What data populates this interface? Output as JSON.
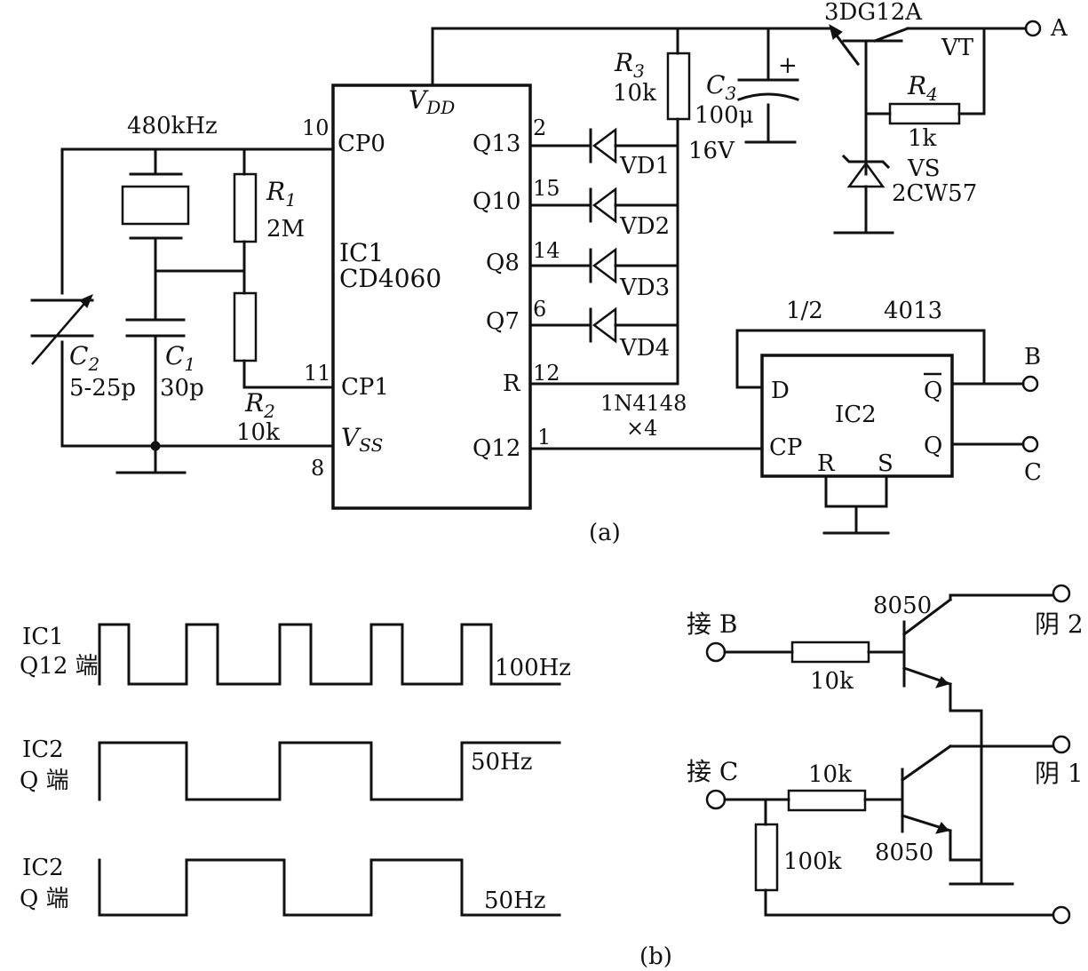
{
  "part_a": {
    "caption": "(a)",
    "ic1": {
      "name": "IC1",
      "part": "CD4060",
      "vdd": "V",
      "vdd_sub": "DD",
      "vss": "V",
      "vss_sub": "SS",
      "pins": {
        "cp0": "CP0",
        "cp1": "CP1",
        "q13": "Q13",
        "q10": "Q10",
        "q8": "Q8",
        "q7": "Q7",
        "r": "R",
        "q12": "Q12"
      },
      "pin_numbers": {
        "cp0": "10",
        "cp1": "11",
        "vss": "8",
        "q13": "2",
        "q10": "15",
        "q8": "14",
        "q7": "6",
        "r": "12",
        "q12": "1"
      }
    },
    "crystal_freq": "480kHz",
    "r1": {
      "ref": "R",
      "sub": "1",
      "value": "2M"
    },
    "r2": {
      "ref": "R",
      "sub": "2",
      "value": "10k"
    },
    "r3": {
      "ref": "R",
      "sub": "3",
      "value": "10k"
    },
    "r4": {
      "ref": "R",
      "sub": "4",
      "value": "1k"
    },
    "c1": {
      "ref": "C",
      "sub": "1",
      "value": "30p"
    },
    "c2": {
      "ref": "C",
      "sub": "2",
      "value": "5-25p"
    },
    "c3": {
      "ref": "C",
      "sub": "3",
      "value": "100μ",
      "voltage": "16V",
      "plus": "+"
    },
    "diodes": {
      "vd1": "VD1",
      "vd2": "VD2",
      "vd3": "VD3",
      "vd4": "VD4",
      "part": "1N4148",
      "count": "×4"
    },
    "transistor": {
      "part": "3DG12A",
      "ref": "VT"
    },
    "zener": {
      "ref": "VS",
      "part": "2CW57"
    },
    "ic2": {
      "name": "IC2",
      "fraction": "1/2",
      "part": "4013",
      "d": "D",
      "cp": "CP",
      "r": "R",
      "s": "S",
      "qbar": "Q",
      "q": "Q"
    },
    "terminals": {
      "a": "A",
      "b": "B",
      "c": "C"
    }
  },
  "part_b": {
    "caption": "(b)",
    "waveforms": [
      {
        "label1": "IC1",
        "label2": "Q12 端",
        "freq": "100Hz"
      },
      {
        "label1": "IC2",
        "label2": "Q 端",
        "freq": "50Hz"
      },
      {
        "label1": "IC2",
        "label2": "Q 端",
        "freq": "50Hz"
      }
    ],
    "driver": {
      "in_b": "接 B",
      "in_c": "接 C",
      "r_top": "10k",
      "r_bottom": "10k",
      "r_pulldown": "100k",
      "q_top": "8050",
      "q_bottom": "8050",
      "out1": "阴 2",
      "out2": "阴 1"
    }
  }
}
